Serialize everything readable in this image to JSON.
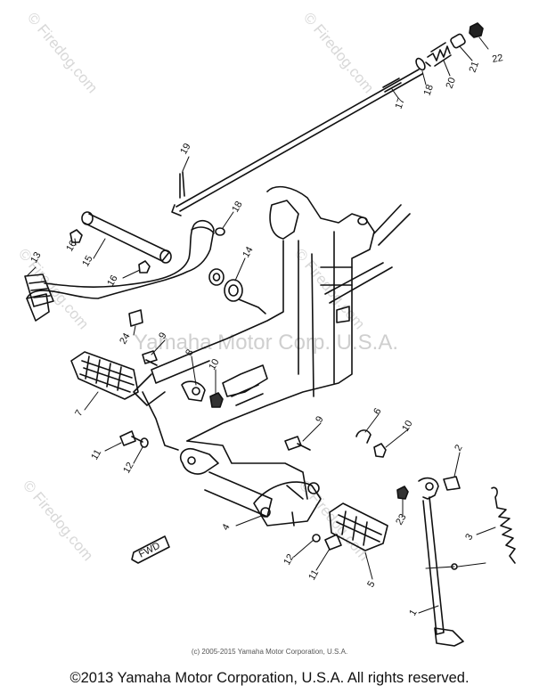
{
  "diagram": {
    "watermark_site": "© Firedog.com",
    "watermark_brand": "Yamaha Motor Corp. U.S.A.",
    "fwd_label": "FWD",
    "callouts": {
      "c1": "1",
      "c2": "2",
      "c3": "3",
      "c4": "4",
      "c5": "5",
      "c7": "7",
      "c8": "8",
      "c9a": "9",
      "c9b": "9",
      "c10a": "10",
      "c10b": "10",
      "c6": "6",
      "c11a": "11",
      "c11b": "11",
      "c12a": "12",
      "c12b": "12",
      "c13": "13",
      "c14": "14",
      "c15": "15",
      "c16a": "16",
      "c16b": "16",
      "c17": "17",
      "c18a": "18",
      "c18b": "18",
      "c19": "19",
      "c20": "20",
      "c21": "21",
      "c22": "22",
      "c23": "23",
      "c24": "24"
    }
  },
  "small_copyright": "(c) 2005-2015 Yamaha Motor Corporation, U.S.A.",
  "footer_copyright": "©2013 Yamaha Motor Corporation, U.S.A. All rights reserved."
}
